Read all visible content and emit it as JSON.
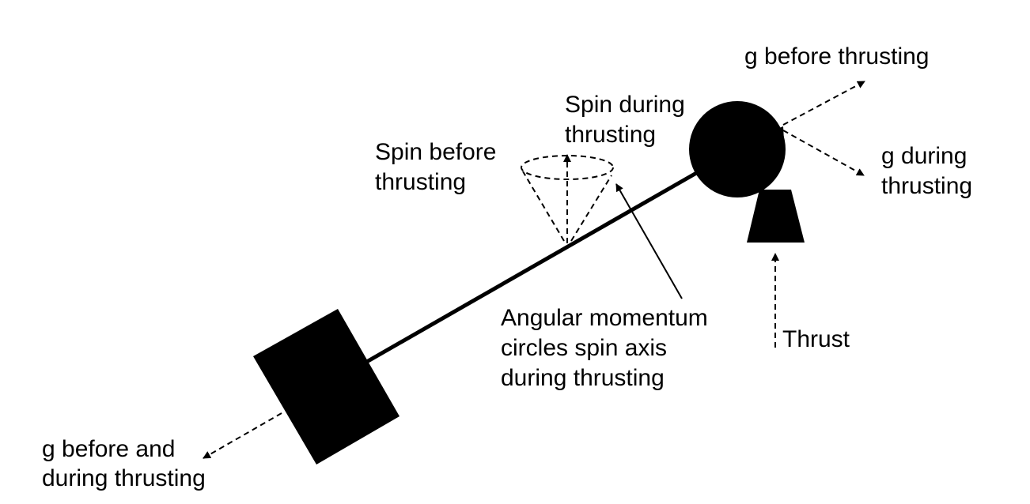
{
  "labels": {
    "g_before_thrusting": "g before thrusting",
    "g_during_thrusting": [
      "g during",
      "thrusting"
    ],
    "spin_during_thrusting": [
      "Spin during",
      "thrusting"
    ],
    "spin_before_thrusting": [
      "Spin before",
      "thrusting"
    ],
    "angular_momentum": [
      "Angular momentum",
      "circles spin axis",
      "during thrusting"
    ],
    "thrust": "Thrust",
    "g_before_and_during": [
      "g before and",
      "during thrusting"
    ]
  },
  "colors": {
    "ink": "#000000",
    "background": "#ffffff"
  }
}
